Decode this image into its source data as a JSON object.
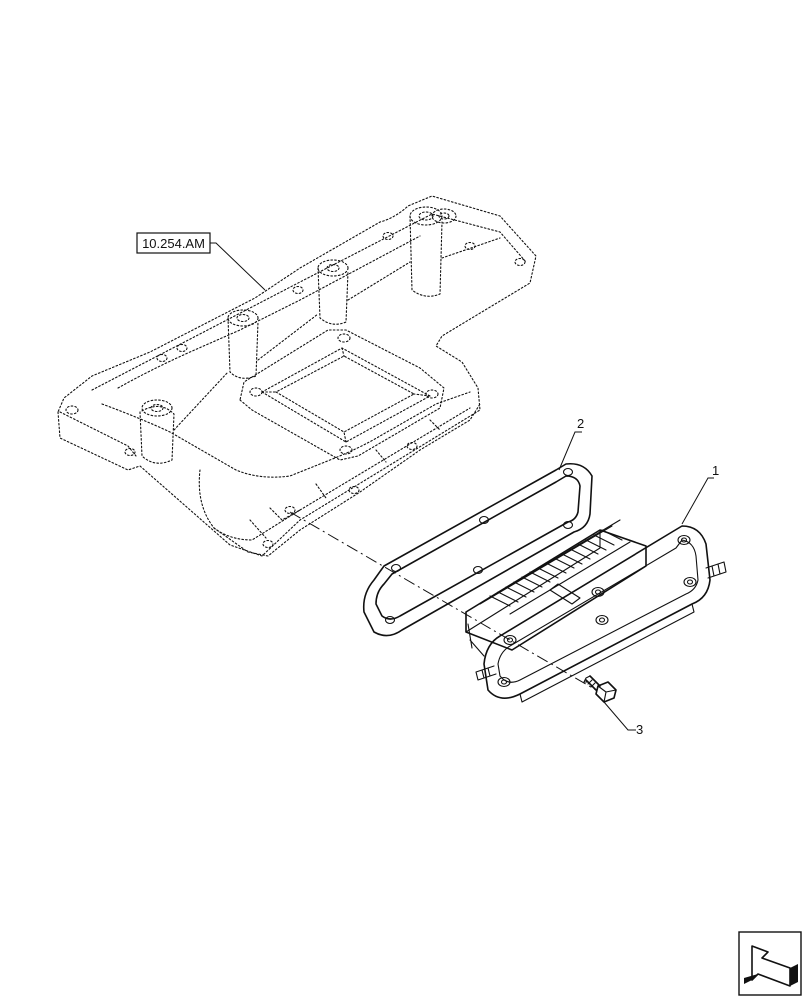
{
  "reference_label": "10.254.AM",
  "callouts": [
    {
      "id": "item-1",
      "label": "1"
    },
    {
      "id": "item-2",
      "label": "2"
    },
    {
      "id": "item-3",
      "label": "3"
    }
  ],
  "icons": {
    "nav": "arrow-back-icon"
  }
}
